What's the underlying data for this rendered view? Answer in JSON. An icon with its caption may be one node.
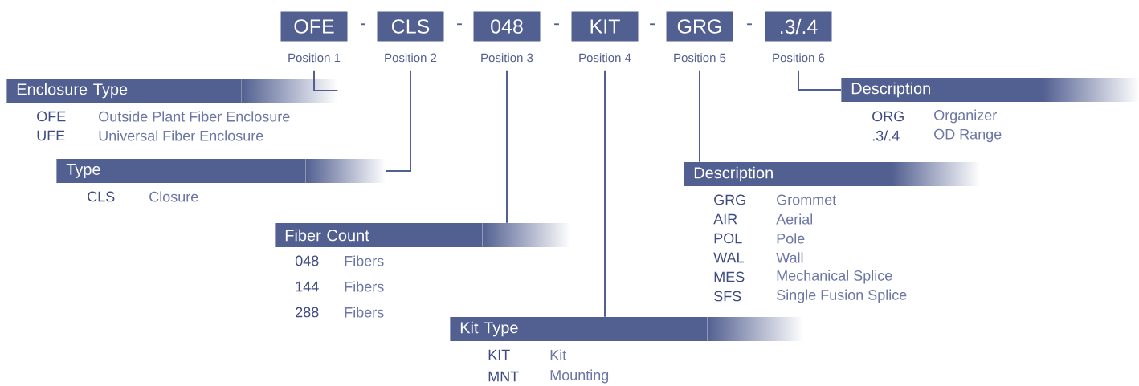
{
  "diagram": {
    "nodes": [
      {
        "text": [
          "OFE"
        ],
        "beside": [
          "Position 1"
        ]
      },
      {
        "text": [
          "CLS"
        ],
        "beside": [
          "Position 2"
        ]
      },
      {
        "text": [
          "048"
        ],
        "beside": [
          "Position 3"
        ]
      },
      {
        "text": [
          "KIT"
        ],
        "beside": [
          "Position 4"
        ]
      },
      {
        "text": [
          "GRG"
        ],
        "beside": [
          "Position 5"
        ]
      },
      {
        "text": [
          ".3/.4"
        ],
        "beside": [
          "Position 6"
        ]
      },
      {
        "text": [
          "Enclosure Type"
        ]
      },
      {
        "text": [
          "Type"
        ]
      },
      {
        "text": [
          "Fiber Count"
        ]
      },
      {
        "text": [
          "Kit Type"
        ]
      },
      {
        "text": [
          "Description"
        ]
      },
      {
        "text": [
          "Description"
        ]
      }
    ],
    "edges": [
      {
        "from": 0,
        "to": 6,
        "arrow": "none"
      },
      {
        "from": 1,
        "to": 7,
        "arrow": "none"
      },
      {
        "from": 2,
        "to": 8,
        "arrow": "none"
      },
      {
        "from": 3,
        "to": 9,
        "arrow": "none"
      },
      {
        "from": 4,
        "to": 10,
        "arrow": "none"
      },
      {
        "from": 5,
        "to": 11,
        "arrow": "none"
      }
    ],
    "labels": [
      "-",
      "-",
      "-",
      "-",
      "-",
      "OFE",
      "Outside Plant Fiber Enclosure",
      "UFE",
      "Universal Fiber Enclosure",
      "ORG",
      "Organizer",
      ".3/.4",
      "OD Range",
      "CLS",
      "Closure",
      "GRG",
      "Grommet",
      "AIR",
      "Aerial",
      "POL",
      "Pole",
      "WAL",
      "Wall",
      "MES",
      "Mechanical Splice",
      "SFS",
      "Single Fusion Splice",
      "048",
      "Fibers",
      "144",
      "Fibers",
      "288",
      "Fibers",
      "KIT",
      "Kit",
      "MNT",
      "Mounting"
    ]
  }
}
